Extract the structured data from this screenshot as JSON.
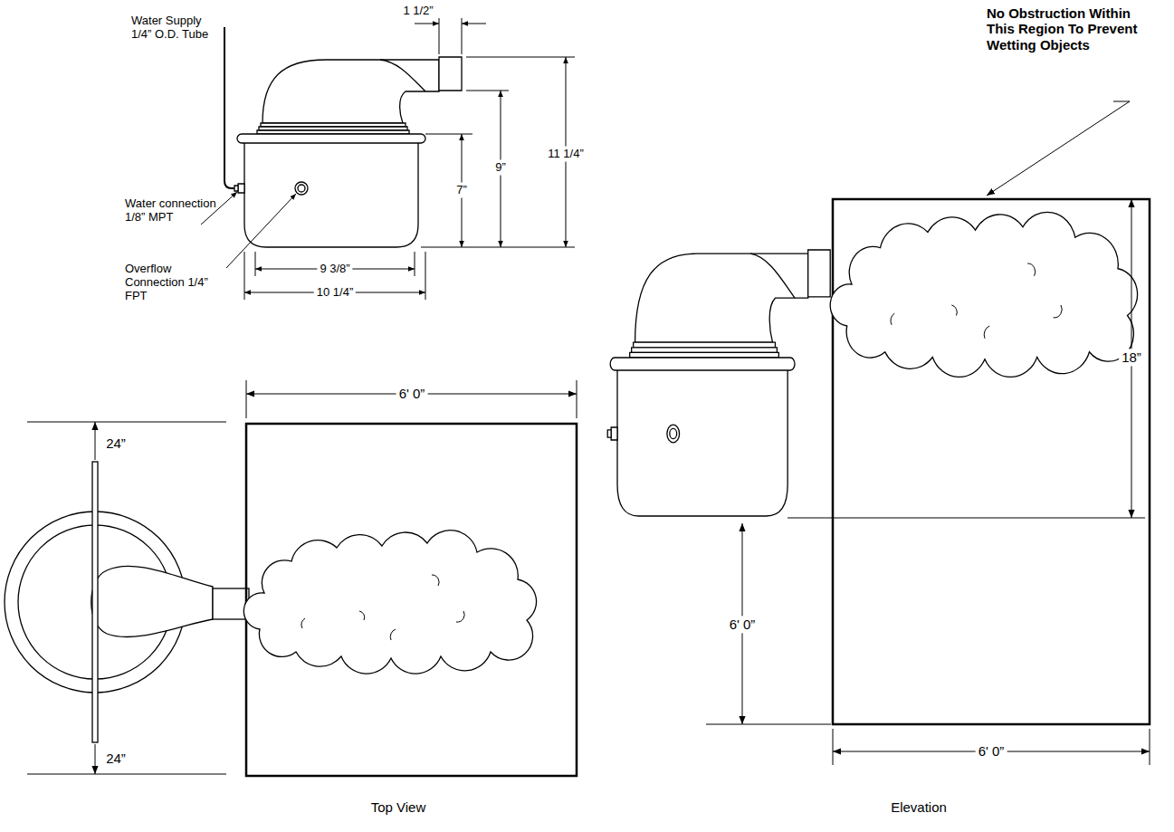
{
  "diagram": {
    "labels": [
      "Water Supply 1/4” O.D. Tube",
      "1 1/2”",
      "Water connection 1/8” MPT",
      "Overflow Connection 1/4” FPT",
      "7”",
      "9”",
      "11 1/4”",
      "9 3/8”",
      "10 1/4”",
      "6' 0”",
      "24”",
      "24”",
      "No Obstruction Within This Region To Prevent Wetting Objects",
      "18”",
      "6' 0”",
      "6' 0”",
      "Top View",
      "Elevation"
    ]
  }
}
